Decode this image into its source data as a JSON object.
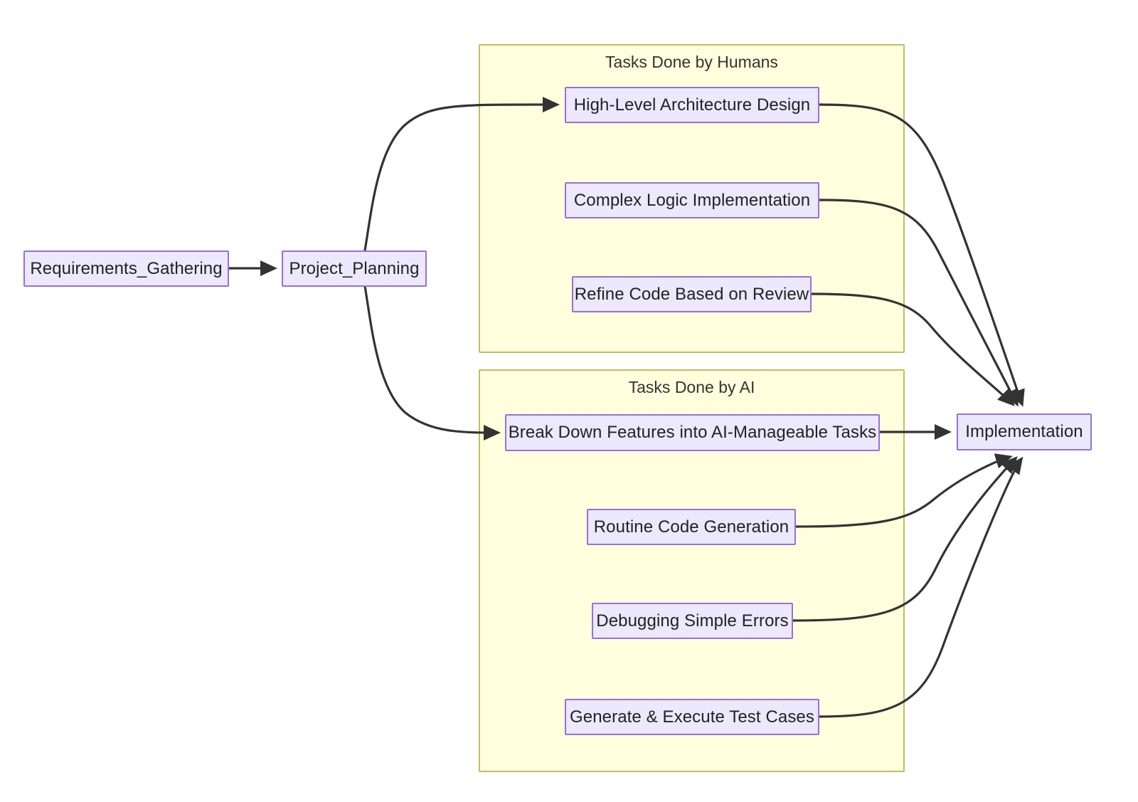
{
  "diagram": {
    "type": "flowchart",
    "direction": "left-to-right",
    "title": "",
    "background_color": "#ffffff",
    "node_fill_color": "#ece8fd",
    "node_border_color": "#9670db",
    "cluster_fill_color": "#ffffde",
    "cluster_border_color": "#bfbf5f",
    "edge_color": "#333333"
  },
  "nodes": {
    "requirements_gathering": {
      "label": "Requirements_Gathering"
    },
    "project_planning": {
      "label": "Project_Planning"
    },
    "high_level_architecture_design": {
      "label": "High-Level Architecture Design"
    },
    "complex_logic_implementation": {
      "label": "Complex Logic Implementation"
    },
    "refine_code_based_on_review": {
      "label": "Refine Code Based on Review"
    },
    "break_down_features": {
      "label": "Break Down Features into AI-Manageable Tasks"
    },
    "routine_code_generation": {
      "label": "Routine Code Generation"
    },
    "debugging_simple_errors": {
      "label": "Debugging Simple Errors"
    },
    "generate_execute_test_cases": {
      "label": "Generate & Execute Test Cases"
    },
    "implementation": {
      "label": "Implementation"
    }
  },
  "clusters": {
    "humans": {
      "label": "Tasks Done by Humans"
    },
    "ai": {
      "label": "Tasks Done by AI"
    }
  },
  "edges": [
    {
      "from": "Requirements_Gathering",
      "to": "Project_Planning",
      "label": ""
    },
    {
      "from": "Project_Planning",
      "to": "High-Level Architecture Design",
      "label": ""
    },
    {
      "from": "Project_Planning",
      "to": "Break Down Features into AI-Manageable Tasks",
      "label": ""
    },
    {
      "from": "High-Level Architecture Design",
      "to": "Implementation",
      "label": ""
    },
    {
      "from": "Complex Logic Implementation",
      "to": "Implementation",
      "label": ""
    },
    {
      "from": "Refine Code Based on Review",
      "to": "Implementation",
      "label": ""
    },
    {
      "from": "Break Down Features into AI-Manageable Tasks",
      "to": "Implementation",
      "label": ""
    },
    {
      "from": "Routine Code Generation",
      "to": "Implementation",
      "label": ""
    },
    {
      "from": "Debugging Simple Errors",
      "to": "Implementation",
      "label": ""
    },
    {
      "from": "Generate & Execute Test Cases",
      "to": "Implementation",
      "label": ""
    }
  ]
}
